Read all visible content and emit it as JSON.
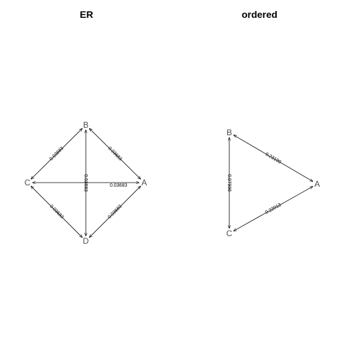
{
  "panels": [
    {
      "id": "er",
      "title": "ER",
      "nodes": [
        "A",
        "B",
        "C",
        "D"
      ],
      "edges": [
        {
          "from": "B",
          "to": "C",
          "label": "0.03683"
        },
        {
          "from": "B",
          "to": "D",
          "label": "0.03683"
        },
        {
          "from": "B",
          "to": "A",
          "label": "0.03683"
        },
        {
          "from": "C",
          "to": "A",
          "label": "0.03683"
        },
        {
          "from": "C",
          "to": "D",
          "label": "0.03683"
        },
        {
          "from": "D",
          "to": "A",
          "label": "0.03683"
        }
      ]
    },
    {
      "id": "ordered",
      "title": "ordered",
      "nodes": [
        "A",
        "B",
        "C"
      ],
      "edges": [
        {
          "from": "B",
          "to": "A",
          "label": "0.23199"
        },
        {
          "from": "B",
          "to": "C",
          "label": "0.07996"
        },
        {
          "from": "C",
          "to": "A",
          "label": "0.22013"
        }
      ]
    }
  ]
}
